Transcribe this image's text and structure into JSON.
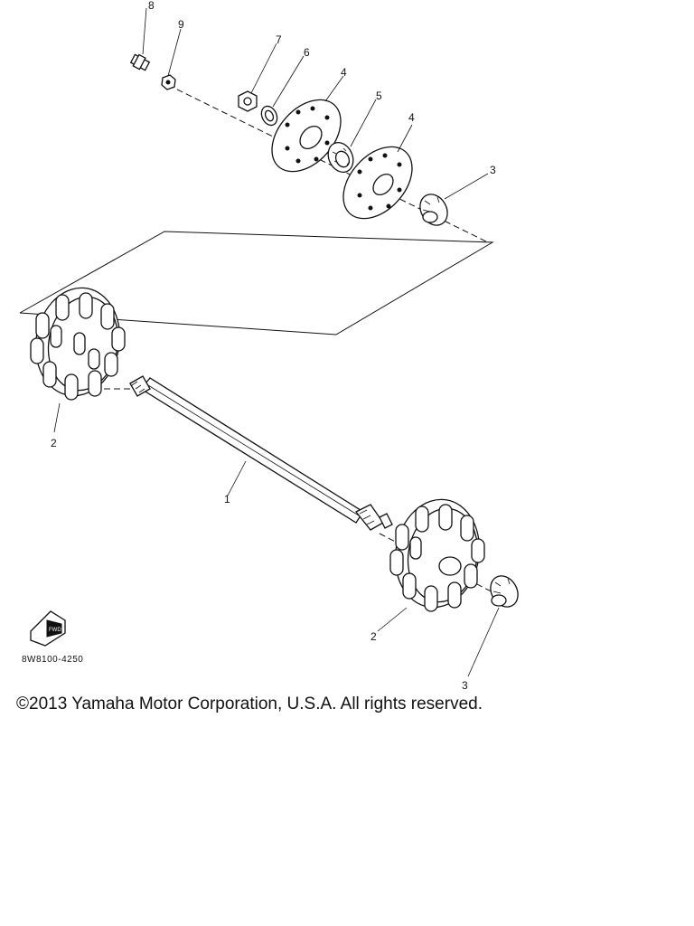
{
  "diagram": {
    "callouts": {
      "c1": "1",
      "c2a": "2",
      "c2b": "2",
      "c3a": "3",
      "c3b": "3",
      "c4a": "4",
      "c4b": "4",
      "c5": "5",
      "c6": "6",
      "c7": "7",
      "c8": "8",
      "c9": "9"
    },
    "drawing_code": "8W8100-4250",
    "fwd_label": "FWD",
    "copyright": "©2013 Yamaha Motor Corporation, U.S.A. All rights reserved."
  }
}
